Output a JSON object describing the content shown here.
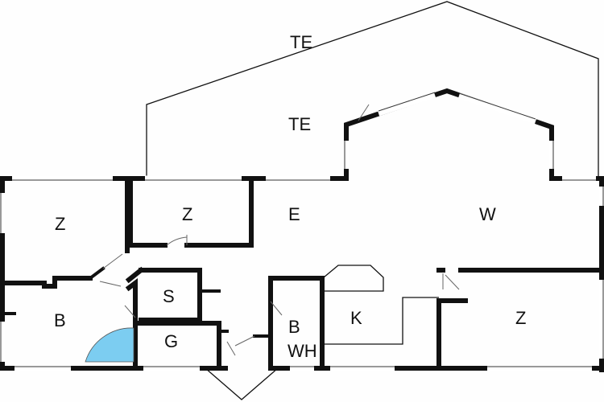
{
  "floorplan": {
    "rooms": {
      "te_outer": "TE",
      "te_inner": "TE",
      "z_left": "Z",
      "z_mid": "Z",
      "e": "E",
      "w": "W",
      "s": "S",
      "b_left": "B",
      "g": "G",
      "b_small": "B",
      "wh": "WH",
      "k": "K",
      "z_right": "Z"
    },
    "shower_color": "#7ccdf1",
    "wall_color": "#111111"
  }
}
